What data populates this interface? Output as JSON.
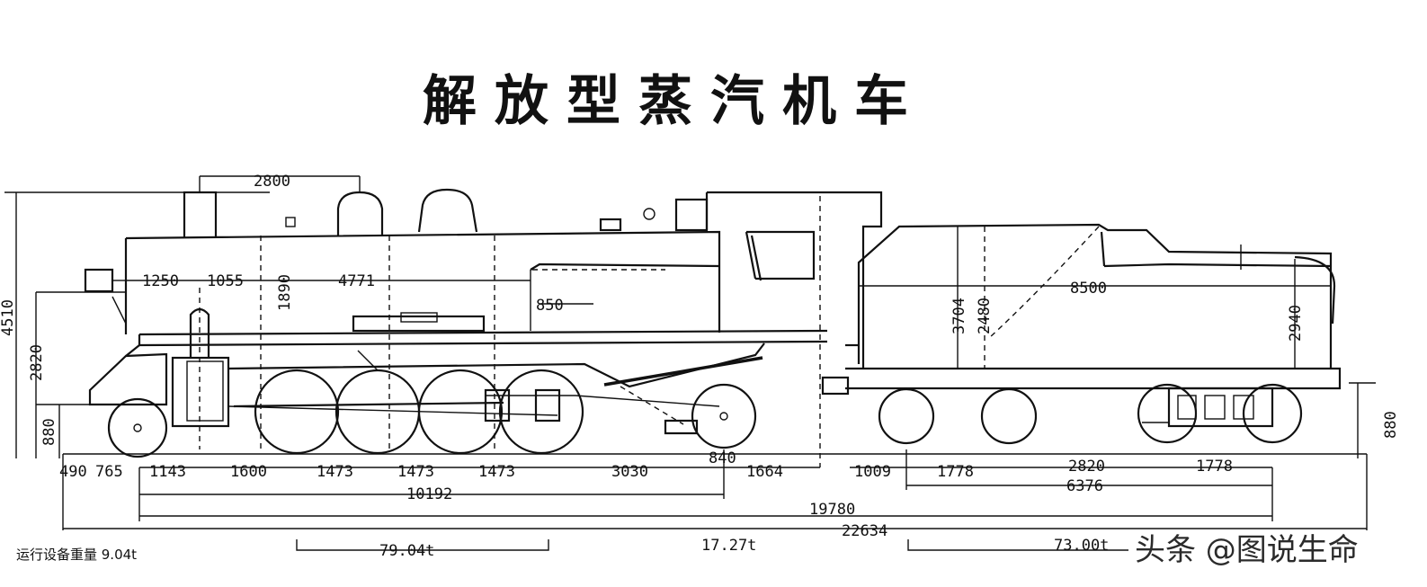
{
  "title": "解放型蒸汽机车",
  "dimensions": {
    "d2800": "2800",
    "d1250": "1250",
    "d1055": "1055",
    "d1890": "1890",
    "d4771": "4771",
    "d850": "850",
    "d4510": "4510",
    "d2820": "2820",
    "d880": "880",
    "d3704": "3704",
    "d2480": "2480",
    "d8500": "8500",
    "d2940": "2940",
    "d880_right": "880",
    "bottom_row": [
      "490",
      "765",
      "1143",
      "1600",
      "1473",
      "1473",
      "1473",
      "3030",
      "840",
      "1664",
      "1009",
      "1778",
      "2820",
      "1778"
    ],
    "d10192": "10192",
    "d6376": "6376",
    "d19780": "19780",
    "d22634": "22634"
  },
  "weights": {
    "caption": "运行设备重量 9.04t",
    "w1": "79.04t",
    "w2": "17.27t",
    "w3": "73.00t"
  },
  "watermark": "头条 @图说生命"
}
